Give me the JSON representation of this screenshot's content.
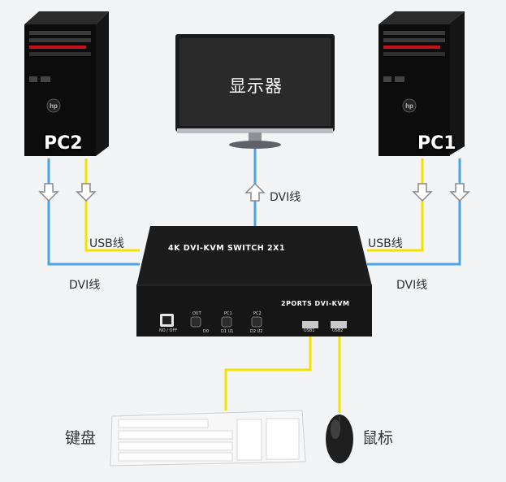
{
  "monitor": {
    "label": "显示器"
  },
  "pcs": [
    {
      "label": "PC2"
    },
    {
      "label": "PC1"
    }
  ],
  "cables": {
    "dvi_monitor": "DVI线",
    "usb_left": "USB线",
    "dvi_left": "DVI线",
    "usb_right": "USB线",
    "dvi_right": "DVI线"
  },
  "device": {
    "title": "4K DVI-KVM SWITCH 2X1",
    "model": "2PORTS DVI-KVM",
    "power": "NO / OFF",
    "out": "OUT",
    "out_ports": "D0",
    "pc1": "PC1",
    "pc1_ports": "D1   U1",
    "pc2": "PC2",
    "pc2_ports": "D2   U2",
    "usb1": "USB1",
    "usb2": "USB2"
  },
  "peripherals": {
    "keyboard": "键盘",
    "mouse": "鼠标"
  },
  "colors": {
    "dvi": "#4aa3e8",
    "usb": "#f2e200",
    "device": "#1b1b1b",
    "background": "#f3f4f6"
  }
}
